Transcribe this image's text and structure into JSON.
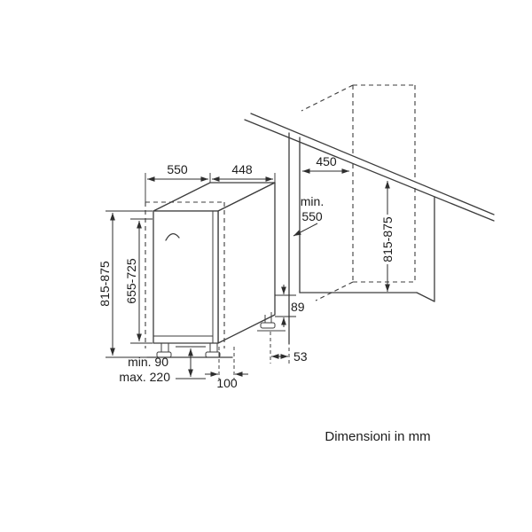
{
  "caption": "Dimensioni in mm",
  "labels": {
    "depth_top": "550",
    "width_top": "448",
    "niche_width": "450",
    "niche_depth_prefix": "min.",
    "niche_depth_value": "550",
    "appliance_height": "815-875",
    "door_panel_height": "655-725",
    "niche_height": "815-875",
    "base_height": "89",
    "rear_offset": "53",
    "plinth_min": "min. 90",
    "plinth_max": "max. 220",
    "plinth_recess": "100"
  },
  "colors": {
    "background": "#ffffff",
    "line": "#3d3d3d",
    "text": "#1c1c1c"
  }
}
